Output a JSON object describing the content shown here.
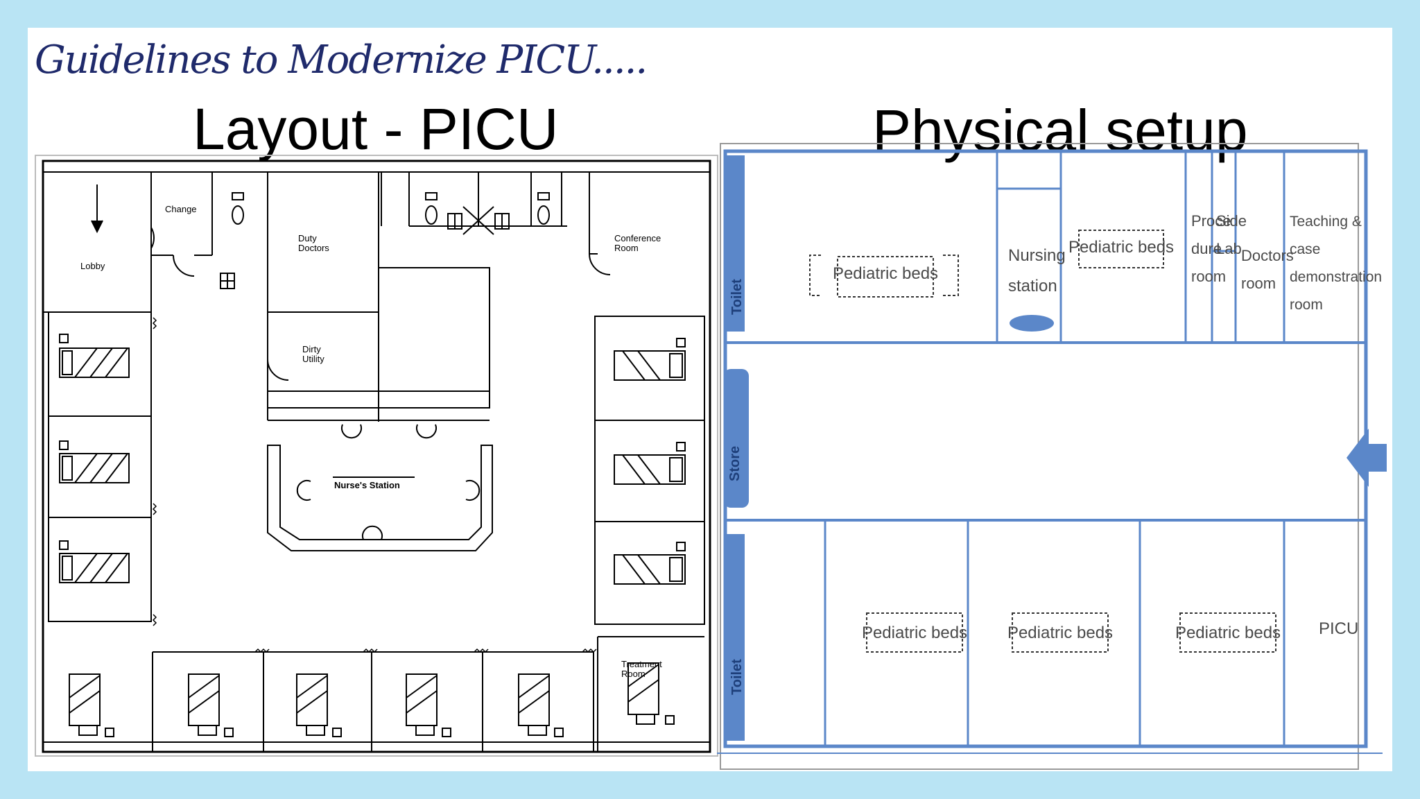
{
  "slide": {
    "title": "Guidelines  to Modernize PICU.....",
    "left_heading": "Layout - PICU",
    "right_heading": "Physical setup",
    "colors": {
      "background": "#b9e4f4",
      "title": "#1f2a6b",
      "plan_blue": "#5b87c9"
    }
  },
  "layout_plan": {
    "rooms": {
      "lobby": "Lobby",
      "change": "Change",
      "duty_doctors": [
        "Duty",
        "Doctors"
      ],
      "conference": [
        "Conference",
        "Room"
      ],
      "dirty_utility": [
        "Dirty",
        "Utility"
      ],
      "nurses_station": "Nurse's Station",
      "treatment": [
        "Treatment",
        "Room"
      ]
    }
  },
  "physical_setup": {
    "toilet_top": "Toilet",
    "store": "Store",
    "toilet_bottom": "Toilet",
    "top_bed": "Pediatric beds",
    "nursing": [
      "Nursing",
      "station"
    ],
    "top_bed_2": "Pediatric beds",
    "procedure": [
      "Proce",
      "dure",
      "room"
    ],
    "side_lab": [
      "Side",
      "Lab"
    ],
    "doctors": [
      "Doctors",
      "room"
    ],
    "teaching": [
      "Teaching &",
      "case",
      "demonstration",
      "room"
    ],
    "bottom_beds": [
      "Pediatric beds",
      "Pediatric beds",
      "Pediatric beds"
    ],
    "picu": "PICU"
  }
}
